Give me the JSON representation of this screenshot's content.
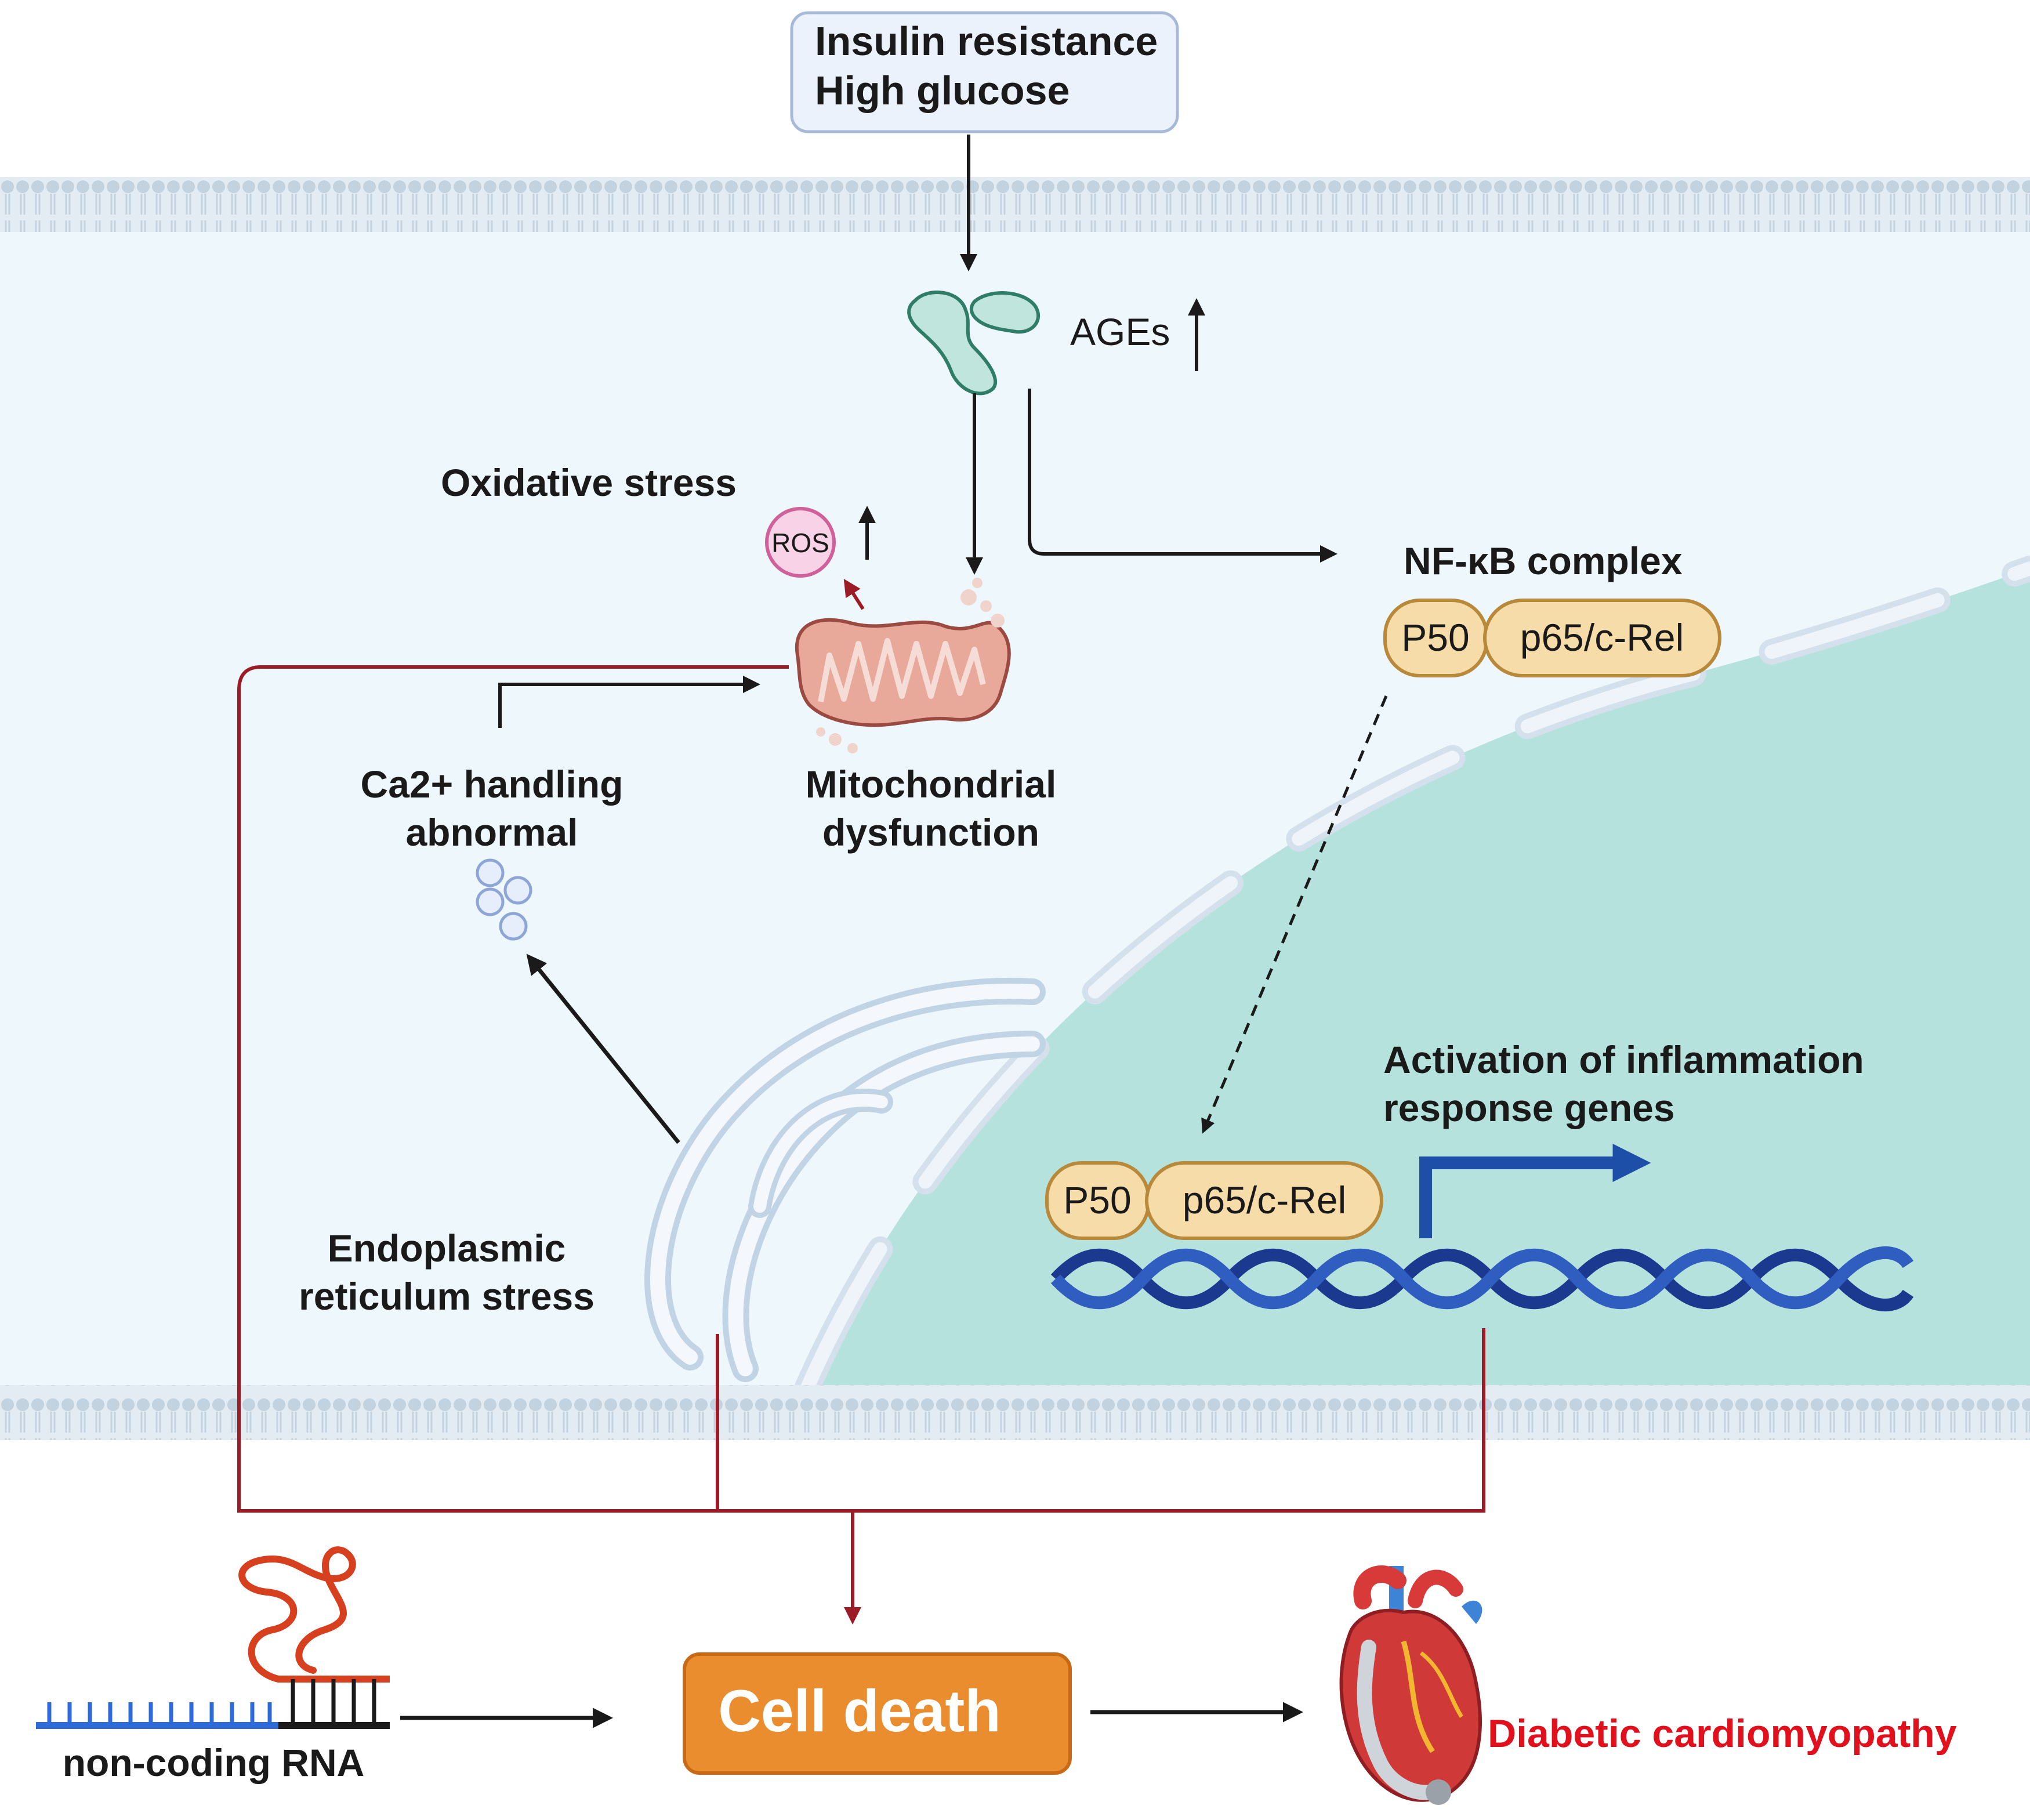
{
  "stimulus": {
    "line1": "Insulin resistance",
    "line2": "High glucose"
  },
  "ages": {
    "label": "AGEs",
    "trend": "↑"
  },
  "oxidative_stress": {
    "label": "Oxidative stress",
    "ros": "ROS",
    "trend": "↑"
  },
  "nfkb": {
    "label": "NF-κB complex",
    "p50": "P50",
    "p65": "p65/c-Rel"
  },
  "mitochondria": {
    "line1": "Mitochondrial",
    "line2": "dysfunction"
  },
  "calcium": {
    "line1": "Ca2+ handling",
    "line2": "abnormal"
  },
  "er_stress": {
    "line1": "Endoplasmic",
    "line2": "reticulum stress"
  },
  "inflammation": {
    "line1": "Activation  of inflammation",
    "line2": "response genes"
  },
  "ncrna": {
    "label": "non-coding RNA"
  },
  "cell_death": {
    "label": "Cell death"
  },
  "outcome": {
    "label": "Diabetic cardiomyopathy"
  },
  "colors": {
    "cytoplasm": "#eef7fb",
    "nucleus": "#b6e2dd",
    "membrane": "#c9d7e3",
    "dark_red": "#9b1c26",
    "cell_death_fill": "#e98d2f",
    "outcome_text": "#e0101c",
    "dna_blue": "#1b3a8f",
    "pill_fill": "#f6dca8",
    "pill_stroke": "#b8893a"
  }
}
